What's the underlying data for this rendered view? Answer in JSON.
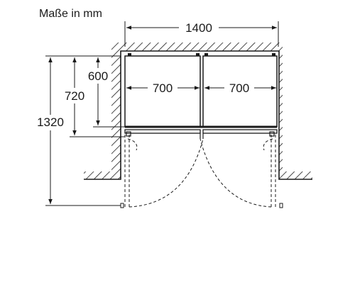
{
  "title": "Maße in mm",
  "dimensions": {
    "total_width": "1400",
    "compartment_left_width": "700",
    "compartment_right_width": "700",
    "depth_body": "600",
    "depth_with_doors": "720",
    "depth_doors_open": "1320"
  },
  "colors": {
    "line": "#1a1a1a",
    "background": "#ffffff"
  }
}
